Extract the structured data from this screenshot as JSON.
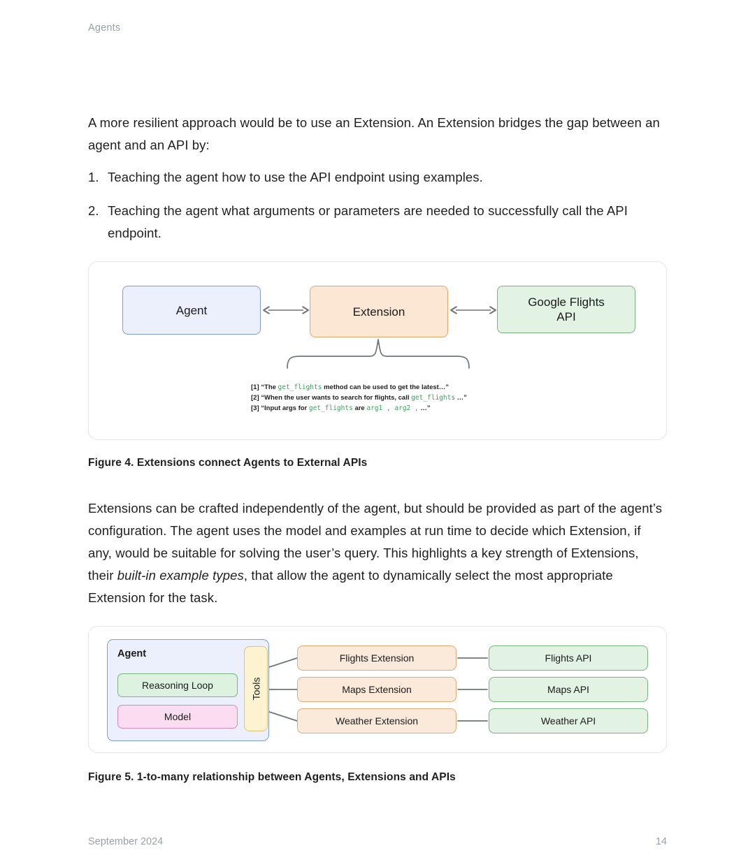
{
  "header": {
    "running_head": "Agents"
  },
  "body": {
    "paragraph_1": "A more resilient approach would be to use an Extension. An Extension bridges the gap between an agent and an API by:",
    "list": [
      {
        "num": "1.",
        "text": "Teaching the agent how to use the API endpoint using examples."
      },
      {
        "num": "2.",
        "text": "Teaching the agent what arguments or parameters are needed to successfully call the API endpoint."
      }
    ],
    "paragraph_2_part1": "Extensions can be crafted independently of the agent, but should be provided as part of the agent’s configuration. The agent uses the model and examples at run time to decide which Extension, if any, would be suitable for solving the user’s query. This highlights a key strength of Extensions, their ",
    "paragraph_2_italic": "built-in example types",
    "paragraph_2_part2": ", that allow the agent to dynamically select the most appropriate Extension for the task."
  },
  "figure4": {
    "caption": "Figure 4. Extensions connect Agents to External APIs",
    "agent_box": "Agent",
    "extension_box": "Extension",
    "api_box_line1": "Google Flights",
    "api_box_line2": "API",
    "examples": [
      {
        "index": "[1]",
        "pre": "“The ",
        "code1": "get_flights",
        "mid": " method can be used to get the latest…”",
        "code2": "",
        "post": ""
      },
      {
        "index": "[2]",
        "pre": "“When the user wants to search for flights, call ",
        "code1": "get_flights",
        "mid": " …”",
        "code2": "",
        "post": ""
      },
      {
        "index": "[3]",
        "pre": "“Input args for ",
        "code1": "get_flights",
        "mid": " are ",
        "code2": "arg1 , arg2 ,",
        "post": " …”"
      }
    ],
    "colors": {
      "agent_fill": "#eceffc",
      "agent_border": "#7e9fd6",
      "extension_fill": "#fbe7d4",
      "extension_border": "#e7a668",
      "api_fill": "#e2f2e3",
      "api_border": "#79b47e",
      "code_text": "#3f9e5d"
    }
  },
  "figure5": {
    "caption": "Figure 5. 1-to-many relationship between Agents, Extensions and APIs",
    "agent_label": "Agent",
    "reasoning_loop": "Reasoning Loop",
    "model": "Model",
    "tools": "Tools",
    "extensions": [
      "Flights Extension",
      "Maps Extension",
      "Weather Extension"
    ],
    "apis": [
      "Flights API",
      "Maps API",
      "Weather API"
    ],
    "colors": {
      "agent_fill": "#eceffc",
      "agent_border": "#7e9fd6",
      "reasoning_fill": "#ddf2e0",
      "reasoning_border": "#7ab47f",
      "model_fill": "#fbddf1",
      "model_border": "#d987c3",
      "tools_fill": "#fdf3d1",
      "tools_border": "#e0c472",
      "extension_fill": "#fbeada",
      "extension_border": "#e0aa74",
      "api_fill": "#e2f2e3",
      "api_border": "#79b47e"
    }
  },
  "footer": {
    "date": "September 2024",
    "page_number": "14"
  }
}
